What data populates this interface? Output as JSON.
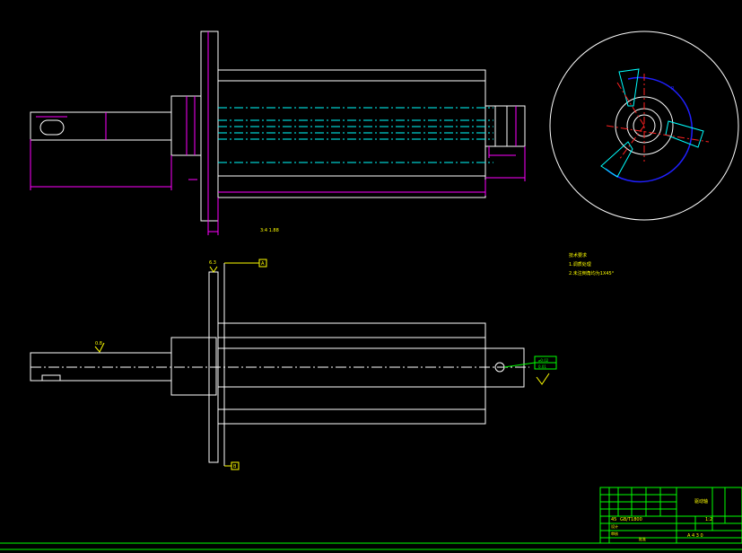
{
  "colors": {
    "background": "#000000",
    "outline": "#ffffff",
    "dimension": "#ff00ff",
    "centerline": "#00ffff",
    "note": "#ffff00",
    "frame": "#00ff00",
    "hidden": "#0000ff",
    "section": "#ff0000"
  },
  "top_view": {
    "scale_note": "3:4  1.88"
  },
  "side_view": {
    "roughness_1": "6.3",
    "roughness_2": "0.8",
    "datum_a": "A",
    "datum_b": "B",
    "tolerance_1": "⌀0.02",
    "tolerance_2": "0.01"
  },
  "notes": {
    "title": "技术要求",
    "line_1": "1.调质处理",
    "line_2": "2.未注倒角均为1X45°"
  },
  "title_block": {
    "part_name": "驱动轴",
    "drawing_no": "GB/T1800",
    "material": "45",
    "scale": "1:2",
    "sheet": "A 4 3 0",
    "designer": "设计",
    "checker": "审核",
    "approver": "批准"
  }
}
